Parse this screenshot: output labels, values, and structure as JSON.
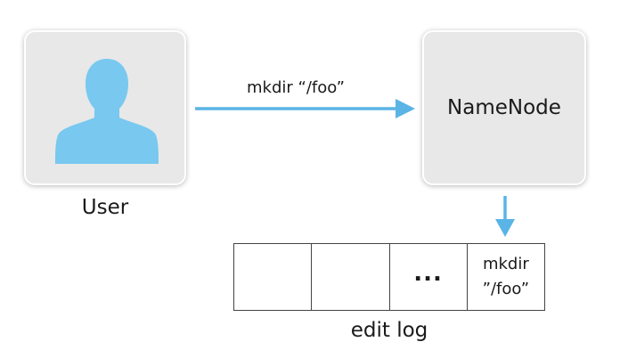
{
  "user": {
    "label": "User",
    "icon": "user-silhouette-icon",
    "icon_color": "#78c8f0"
  },
  "command": {
    "label": "mkdir “/foo”"
  },
  "namenode": {
    "label": "NameNode"
  },
  "arrow_color": "#5ab4e6",
  "edit_log": {
    "label": "edit log",
    "ellipsis": "...",
    "entry_line1": "mkdir",
    "entry_line2": "”/foo”"
  }
}
